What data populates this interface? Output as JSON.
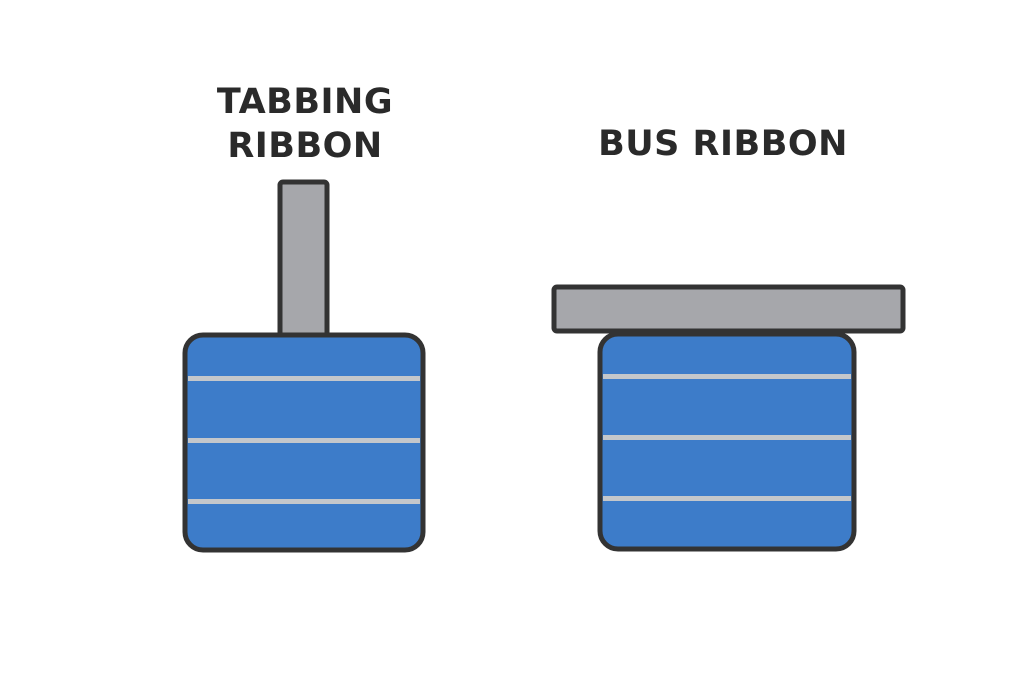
{
  "labels": {
    "tabbing_line1": "TABBING",
    "tabbing_line2": "RIBBON",
    "bus": "BUS RIBBON"
  },
  "colors": {
    "cell_fill": "#3d7cc9",
    "ribbon_fill": "#a6a7ab",
    "outline": "#333333",
    "busbar_line": "#c4c7cb"
  }
}
